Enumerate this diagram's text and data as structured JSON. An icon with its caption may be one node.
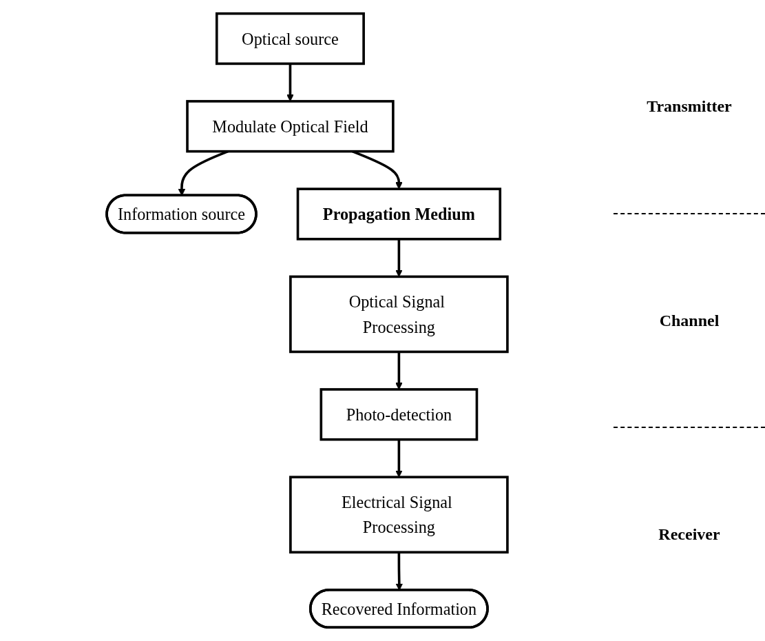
{
  "diagram": {
    "nodes": [
      {
        "text": [
          "Optical source"
        ]
      },
      {
        "text": [
          "Modulate Optical Field"
        ]
      },
      {
        "text": [
          "Information source"
        ]
      },
      {
        "text": [
          "Propagation Medium"
        ]
      },
      {
        "text": [
          "Optical Signal Processing"
        ]
      },
      {
        "text": [
          "Photo-detection"
        ]
      },
      {
        "text": [
          "Electrical Signal Processing"
        ]
      },
      {
        "text": [
          "Recovered Information"
        ]
      }
    ],
    "edges": [
      {
        "from": 0,
        "to": 1,
        "arrow": "to"
      },
      {
        "from": 1,
        "to": 2,
        "arrow": "to"
      },
      {
        "from": 1,
        "to": 3,
        "arrow": "to"
      },
      {
        "from": 3,
        "to": 4,
        "arrow": "to"
      },
      {
        "from": 4,
        "to": 5,
        "arrow": "to"
      },
      {
        "from": 5,
        "to": 6,
        "arrow": "to"
      },
      {
        "from": 6,
        "to": 7,
        "arrow": "to"
      }
    ],
    "labels": [
      "Transmitter",
      "Channel",
      "Receiver"
    ]
  }
}
